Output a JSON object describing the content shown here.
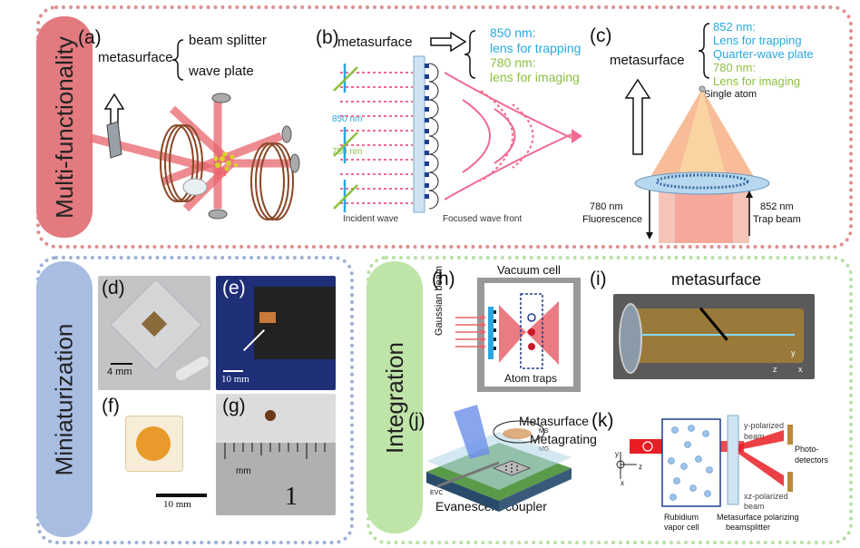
{
  "colors": {
    "multi_border": "#dd8f8f",
    "multi_pill": "#e27a80",
    "mini_border": "#9fb0d6",
    "mini_pill": "#a9bde2",
    "integ_border": "#b7e0a4",
    "integ_pill": "#bfe4a8",
    "trapping_blue": "#29a8df",
    "imaging_green": "#8cbf3f"
  },
  "sections": {
    "multi": "Multi-functionality",
    "mini": "Miniaturization",
    "integ": "Integration"
  },
  "panel_a": {
    "label": "(a)",
    "metasurface": "metasurface",
    "beam_splitter": "beam splitter",
    "wave_plate": "wave plate"
  },
  "panel_b": {
    "label": "(b)",
    "metasurface": "metasurface",
    "trap_nm": "850 nm:",
    "trap_fn": "lens for trapping",
    "img_nm": "780 nm:",
    "img_fn": "lens for imaging",
    "wl_850": "850 nm",
    "wl_780": "780 nm",
    "incident": "Incident wave",
    "focused": "Focused wave front"
  },
  "panel_c": {
    "label": "(c)",
    "metasurface": "metasurface",
    "trap_nm": "852 nm:",
    "trap_fn": "Lens for trapping",
    "qwp": "Quarter-wave plate",
    "img_nm": "780 nm:",
    "img_fn": "Lens for imaging",
    "single_atom": "Single atom",
    "fluor_nm": "780 nm",
    "fluor": "Fluorescence",
    "trap_beam_nm": "852 nm",
    "trap_beam": "Trap beam"
  },
  "panel_d": {
    "label": "(d)",
    "scale": "4 mm"
  },
  "panel_e": {
    "label": "(e)",
    "scale": "10 mm"
  },
  "panel_f": {
    "label": "(f)",
    "scale": "10 mm"
  },
  "panel_g": {
    "label": "(g)",
    "ruler_unit": "mm",
    "ruler_num": "1"
  },
  "panel_h": {
    "label": "(h)",
    "vacuum": "Vacuum cell",
    "gaussian": "Gaussian beam",
    "traps": "Atom traps"
  },
  "panel_i": {
    "label": "(i)",
    "metasurface": "metasurface",
    "ax_y": "y",
    "ax_z": "z",
    "ax_x": "x"
  },
  "panel_j": {
    "label": "(j)",
    "metasurface": "Metasurface",
    "ms": "MS",
    "metagrating": "Metagrating",
    "mg": "MG",
    "coupler": "Evanescent coupler",
    "evc": "EVC"
  },
  "panel_k": {
    "label": "(k)",
    "y_pol": "y-polarized",
    "beam": "beam",
    "photo": "Photo-",
    "detectors": "detectors",
    "xz_pol": "xz-polarized",
    "beam2": "beam",
    "rb1": "Rubidium",
    "rb2": "vapor cell",
    "mps1": "Metasurface polarizing",
    "mps2": "beamsplitter",
    "ax_y": "y",
    "ax_z": "z",
    "ax_x": "x"
  }
}
